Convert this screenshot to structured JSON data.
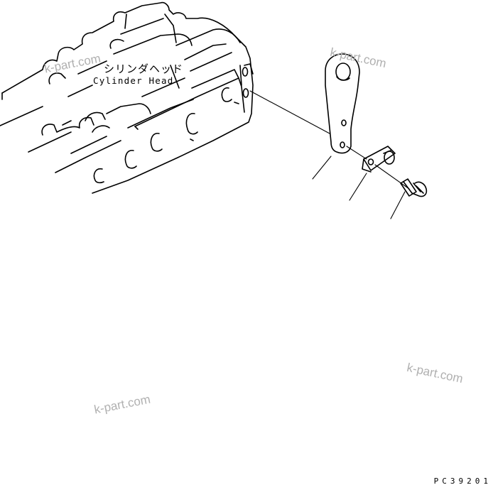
{
  "labels": {
    "cylinder_head_jp": "シリンダヘッド",
    "cylinder_head_en": "Cylinder Head"
  },
  "drawing_code": "PC39201",
  "watermark": "k-part.com",
  "parts": [
    {
      "name": "bracket",
      "callout": ""
    },
    {
      "name": "plate",
      "callout": ""
    },
    {
      "name": "bolt",
      "callout": ""
    }
  ]
}
